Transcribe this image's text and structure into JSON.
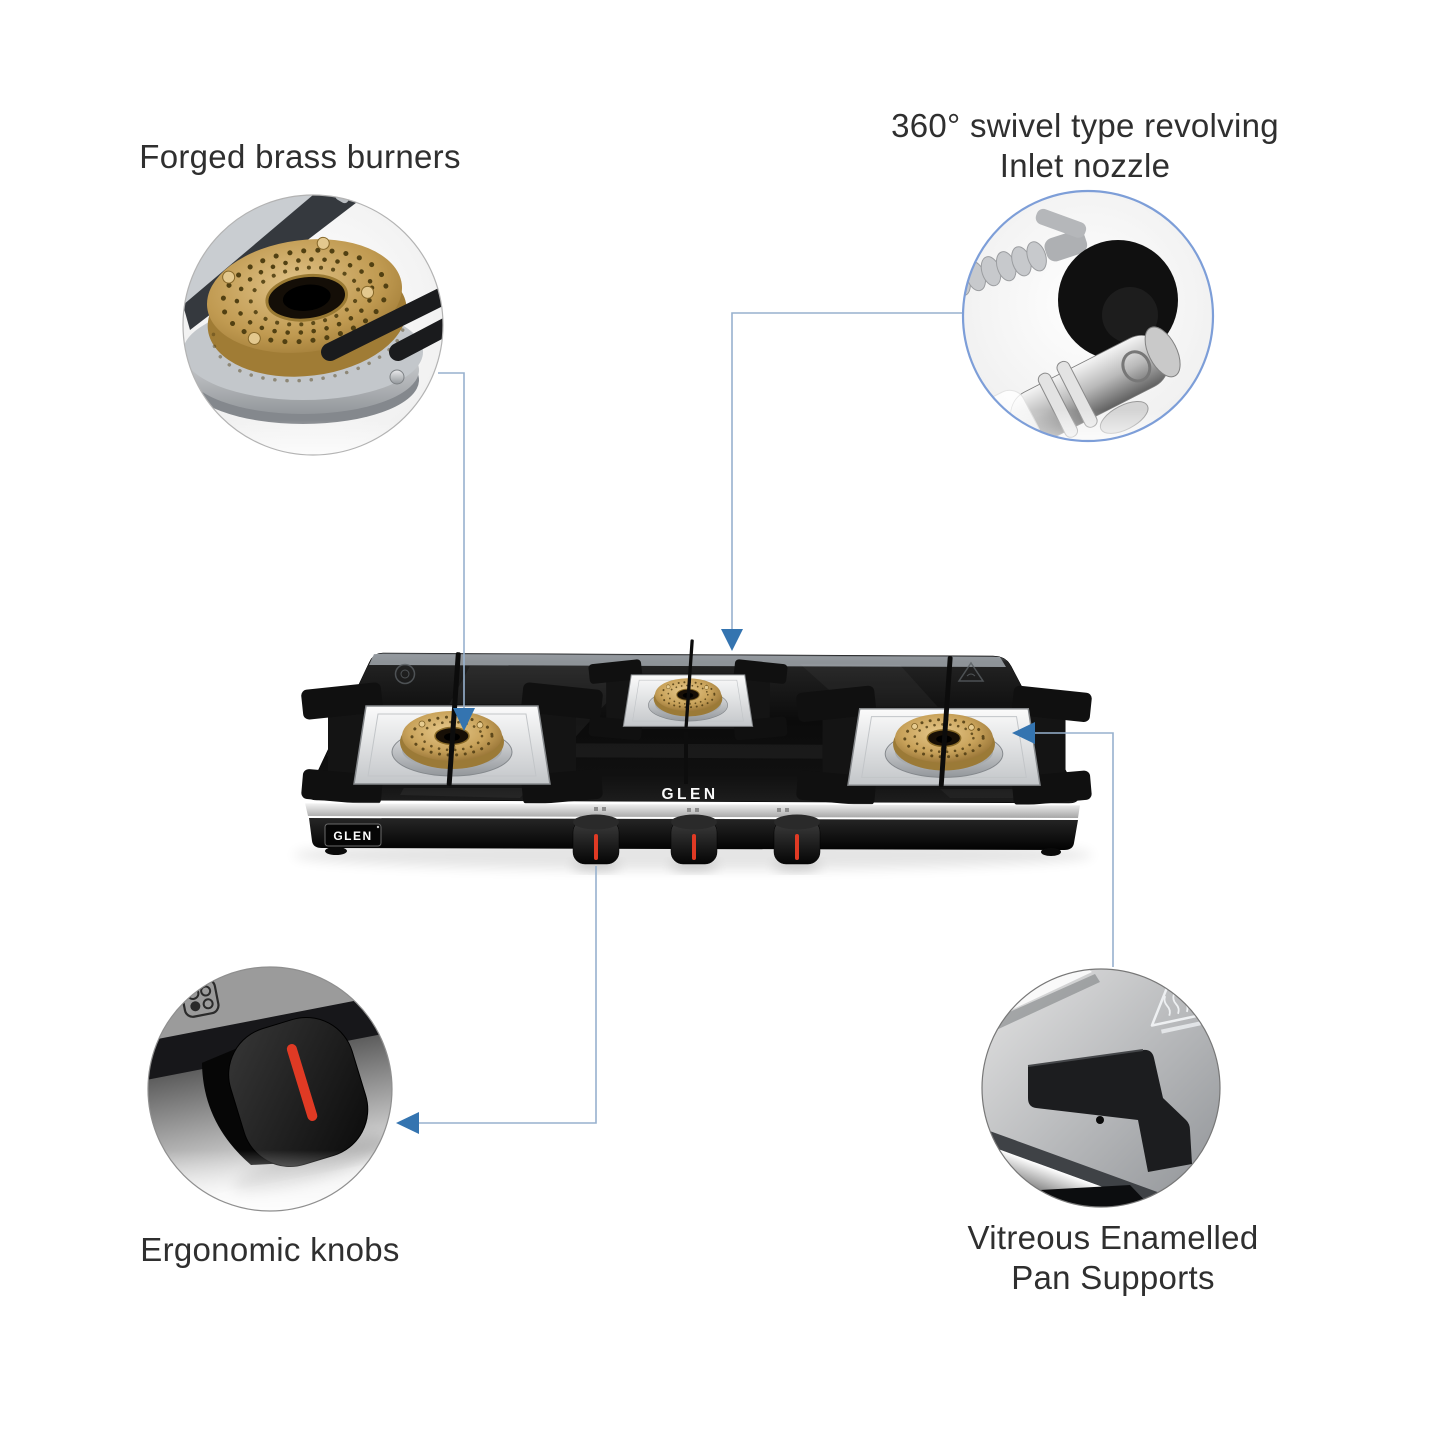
{
  "brand": {
    "glass_logo": "GLEN",
    "badge_logo": "GLEN"
  },
  "callouts": {
    "top_left": {
      "label": "Forged brass burners",
      "photo": "brass-burner-closeup"
    },
    "top_right": {
      "lines": [
        "360° swivel type revolving",
        "Inlet nozzle"
      ],
      "photo": "gas-inlet-nozzle-closeup"
    },
    "bottom_left": {
      "label": "Ergonomic knobs",
      "photo": "control-knob-closeup"
    },
    "bottom_right": {
      "lines": [
        "Vitreous Enamelled",
        "Pan Supports"
      ],
      "photo": "pan-support-closeup"
    }
  },
  "stove": {
    "burner_count": 3,
    "knob_count": 3
  },
  "icons": {
    "burner_layout": "burner-layout-icon",
    "hot_surface": "hot-surface-warning-icon",
    "arrows": "callout-arrow-icon"
  },
  "colors": {
    "background": "#ffffff",
    "text": "#2f2f2f",
    "connector_line": "#97b1ce",
    "arrow": "#3474b0",
    "nozzle_circle_border": "#7d9ed8",
    "knob_indicator": "#e03a24",
    "brass": "#c9a35b",
    "glass_black": "#0b0b0b"
  }
}
